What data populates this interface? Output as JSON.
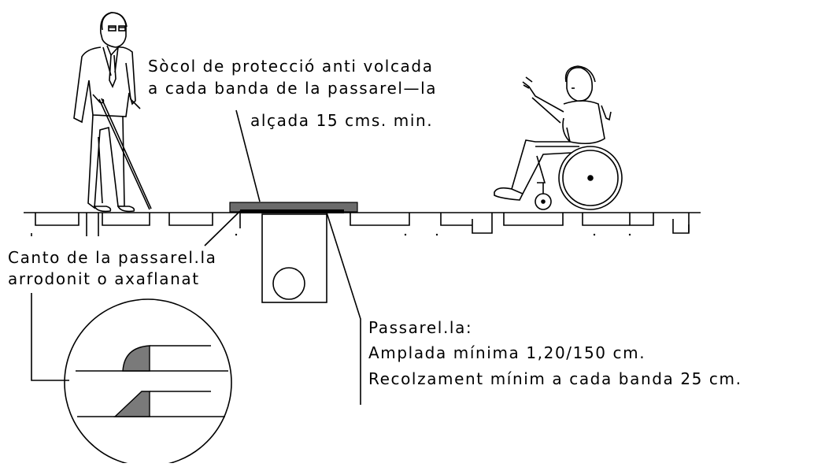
{
  "labels": {
    "socol_line1": "Sòcol de protecció anti volcada",
    "socol_line2": "a cada banda de la passarel—la",
    "socol_line3": "alçada 15 cms. min.",
    "canto_line1": "Canto de la passarel.la",
    "canto_line2": "arrodonit o axaflanat",
    "passarela_title": "Passarel.la:",
    "passarela_line1": "Amplada mínima 1,20/150 cm.",
    "passarela_line2": "Recolzament mínim a cada banda 25 cm."
  },
  "colors": {
    "line": "#000000",
    "socol_fill": "#6b6b6b",
    "hatch_fill": "#7a7a7a",
    "background": "#ffffff"
  }
}
